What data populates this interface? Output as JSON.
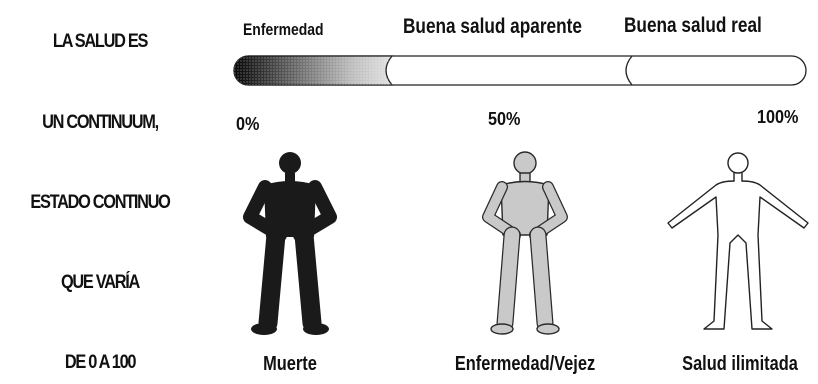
{
  "left_column": [
    "LA SALUD ES",
    "UN CONTINUUM,",
    "ESTADO CONTINUO",
    "QUE VARÍA",
    "DE 0 A 100"
  ],
  "segments": {
    "enfermedad": "Enfermedad",
    "buena_aparente": "Buena salud aparente",
    "buena_real": "Buena salud real"
  },
  "percentages": {
    "p0": "0%",
    "p50": "50%",
    "p100": "100%"
  },
  "figures": {
    "muerte": "Muerte",
    "vejez": "Enfermedad/Vejez",
    "ilimitada": "Salud ilimitada"
  },
  "colors": {
    "dark_figure": "#1a1a1a",
    "grey_figure": "#c9c9c9",
    "outline": "#222222"
  }
}
